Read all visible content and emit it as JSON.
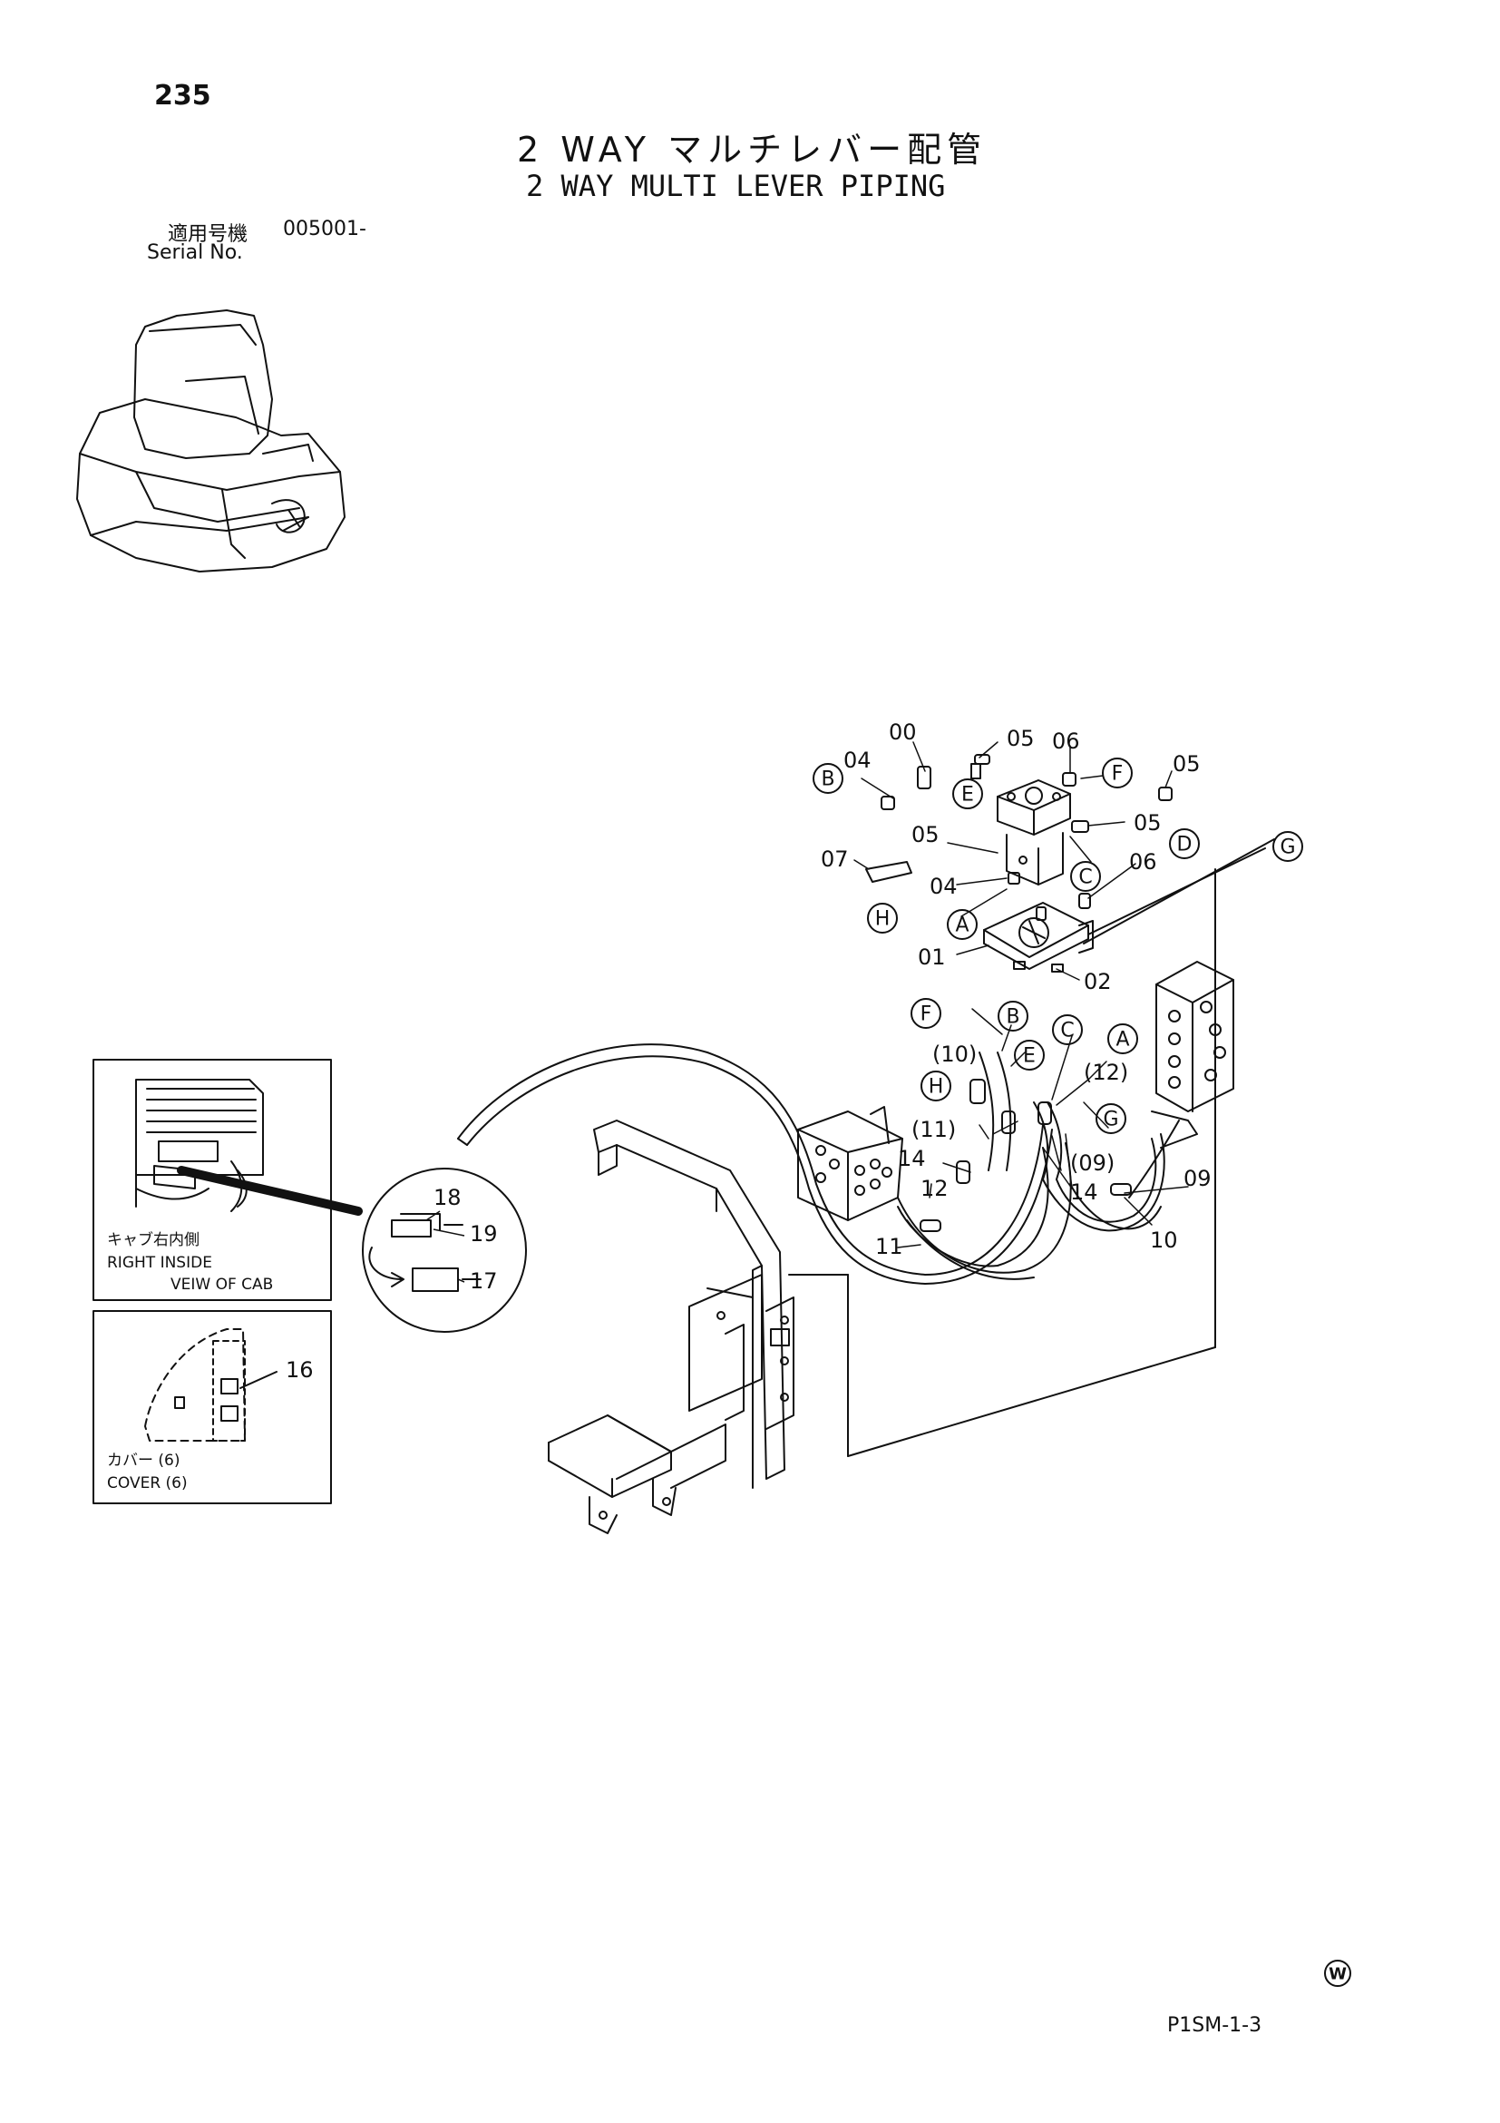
{
  "page_number": "235",
  "title_jp": "2 WAY マルチレバー配管",
  "title_en": "2 WAY MULTI LEVER PIPING",
  "serial": {
    "label_jp": "適用号機",
    "value": "005001-",
    "label_en": "Serial No."
  },
  "inset_cab": {
    "label_jp": "キャブ右内側",
    "label_en_1": "RIGHT  INSIDE",
    "label_en_2": "VEIW  OF  CAB"
  },
  "inset_cover": {
    "label_jp": "カバー  (6)",
    "label_en": "COVER  (6)"
  },
  "footer": {
    "mark": "W",
    "code": "P1SM-1-3"
  },
  "callouts": {
    "c00": "00",
    "c04a": "04",
    "c05a": "05",
    "c06a": "06",
    "c05b": "05",
    "c05c": "05",
    "c05d": "05",
    "c07": "07",
    "c04b": "04",
    "c06b": "06",
    "c01": "01",
    "c02": "02",
    "c10p": "(10)",
    "c12p": "(12)",
    "c11p": "(11)",
    "c14a": "14",
    "c09p": "(09)",
    "c14b": "14",
    "c12": "12",
    "c09": "09",
    "c11": "11",
    "c10": "10",
    "c18": "18",
    "c19": "19",
    "c17": "17",
    "c16": "16"
  },
  "circle_labels": {
    "B1": "B",
    "E1": "E",
    "F1": "F",
    "D1": "D",
    "C1": "C",
    "G1": "G",
    "H1": "H",
    "A1": "A",
    "F2": "F",
    "B2": "B",
    "C2": "C",
    "A2": "A",
    "E2": "E",
    "H2": "H",
    "G2": "G"
  }
}
